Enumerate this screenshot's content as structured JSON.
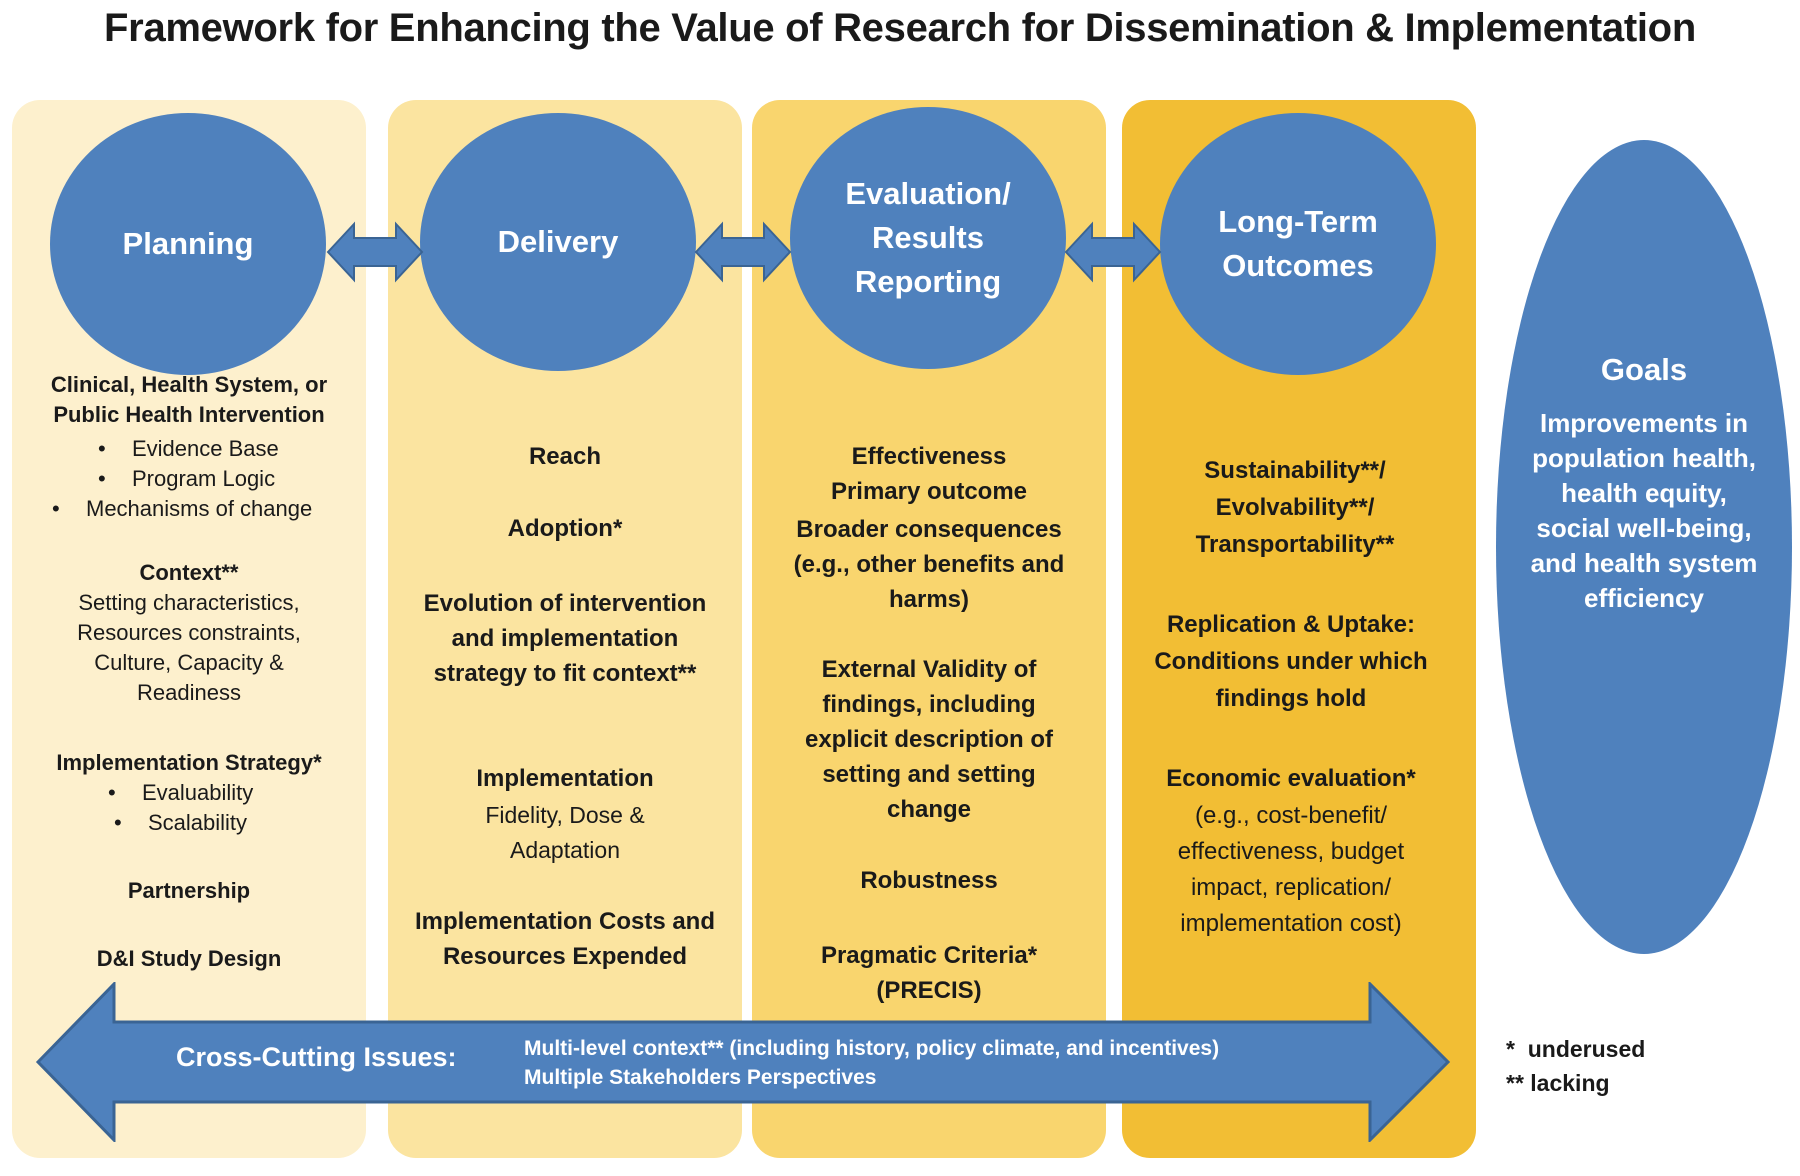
{
  "title": "Framework for Enhancing the Value of Research for Dissemination & Implementation",
  "colors": {
    "col1": "#fdf0cd",
    "col2": "#fbe4a0",
    "col3": "#f9d56e",
    "col4": "#f2be34",
    "blue": "#4f81bd"
  },
  "stages": {
    "planning": "Planning",
    "delivery": "Delivery",
    "evaluation": "Evaluation/\nResults\nReporting",
    "longterm": "Long-Term\nOutcomes"
  },
  "planning": {
    "intervention_heading": "Clinical, Health System, or Public Health Intervention",
    "intervention_items": [
      "Evidence Base",
      "Program Logic",
      "Mechanisms of change"
    ],
    "context_heading": "Context**",
    "context_text": "Setting characteristics, Resources constraints, Culture, Capacity & Readiness",
    "strategy_heading": "Implementation Strategy*",
    "strategy_items": [
      "Evaluability",
      "Scalability"
    ],
    "partnership": "Partnership",
    "study_design": "D&I Study Design"
  },
  "delivery": {
    "reach": "Reach",
    "adoption": "Adoption*",
    "evolution": "Evolution of intervention and implementation strategy to fit context**",
    "implementation_heading": "Implementation",
    "implementation_text": "Fidelity, Dose & Adaptation",
    "costs": "Implementation Costs and Resources Expended"
  },
  "evaluation": {
    "effectiveness": "Effectiveness",
    "primary": "Primary outcome",
    "broader": "Broader consequences (e.g., other benefits and harms)",
    "external": "External Validity of findings, including explicit description of setting and setting change",
    "robustness": "Robustness",
    "pragmatic": "Pragmatic Criteria* (PRECIS)"
  },
  "longterm": {
    "sustainability": "Sustainability**/ Evolvability**/ Transportability**",
    "replication": "Replication & Uptake: Conditions under which findings hold",
    "economic_heading": "Economic evaluation*",
    "economic_text": "(e.g., cost-benefit/ effectiveness, budget impact, replication/ implementation cost)"
  },
  "goals": {
    "heading": "Goals",
    "text": "Improvements in population health, health equity, social well-being, and health system efficiency"
  },
  "cross_cutting": {
    "label": "Cross-Cutting Issues:",
    "line1": "Multi-level context** (including history, policy climate, and incentives)",
    "line2": "Multiple Stakeholders Perspectives"
  },
  "legend": {
    "underused": "*  underused",
    "lacking": "** lacking"
  }
}
